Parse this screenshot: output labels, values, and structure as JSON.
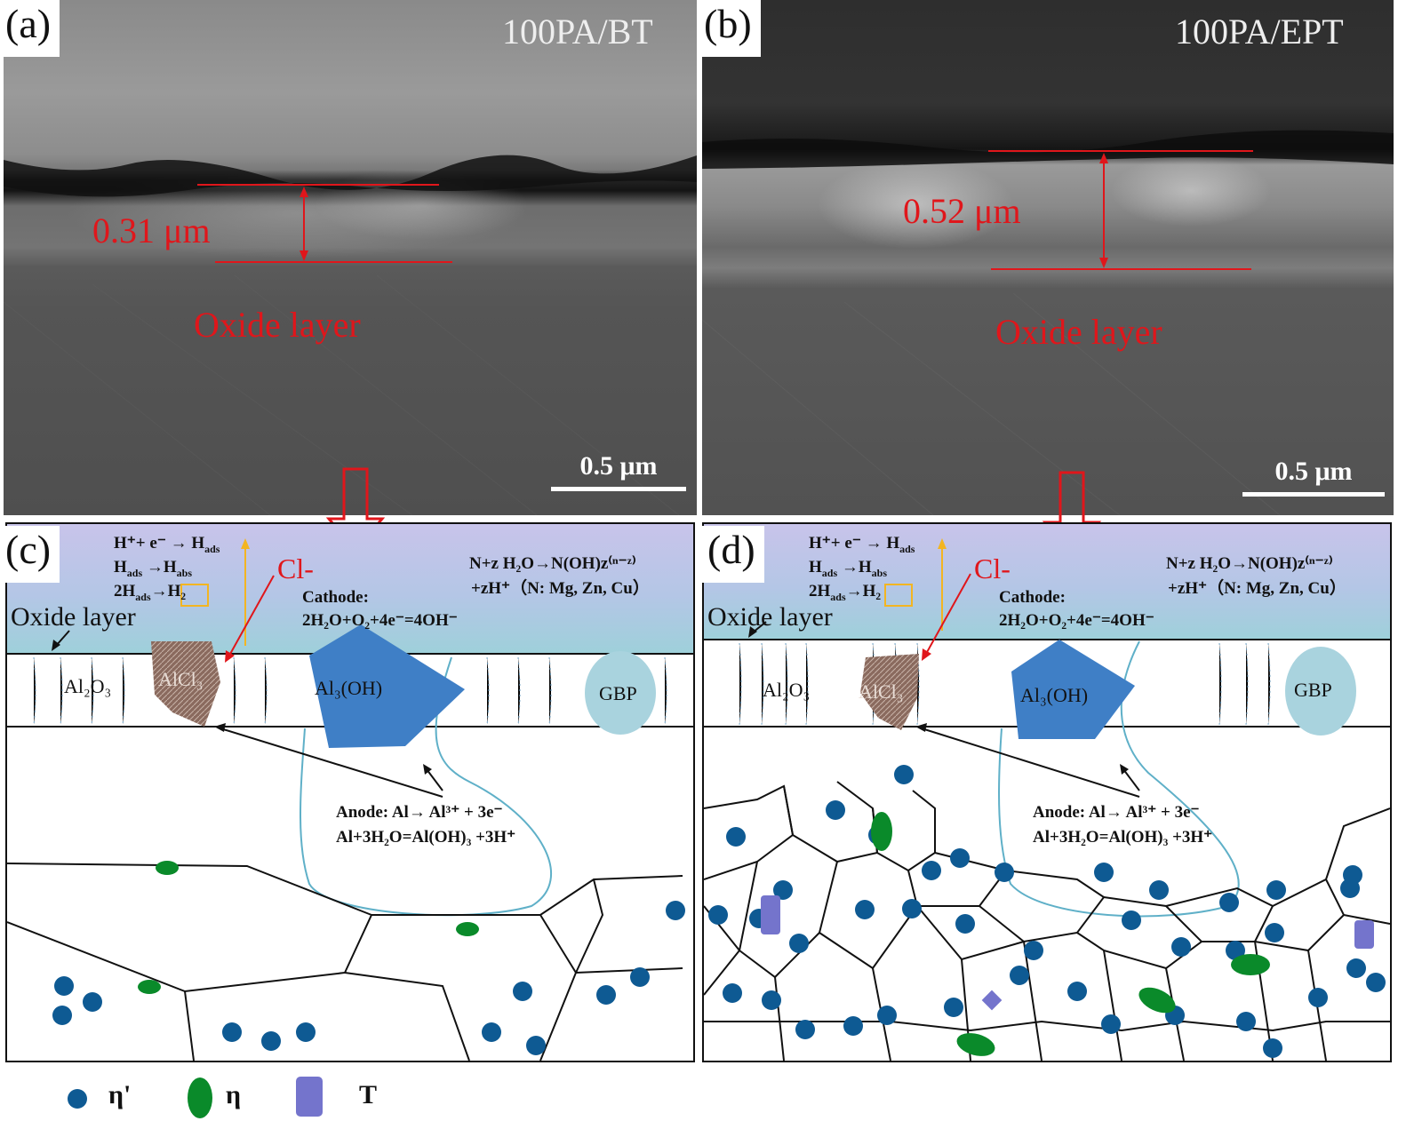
{
  "figure": {
    "panels": {
      "a": {
        "label": "(a)",
        "title": "100PA/BT",
        "thickness": "0.31 μm",
        "feature_label": "Oxide layer",
        "scale_bar": "0.5 μm"
      },
      "b": {
        "label": "(b)",
        "title": "100PA/EPT",
        "thickness": "0.52 μm",
        "feature_label": "Oxide layer",
        "scale_bar": "0.5 μm"
      },
      "c": {
        "label": "(c)",
        "layer_label": "Oxide layer",
        "chloride": "Cl-",
        "hydrogen_eqs": [
          "H⁺+ e⁻ → H",
          "H",
          "2H"
        ],
        "cathode_title": "Cathode:",
        "cathode_eq": "2H₂O+O₂+4e⁻=4OH⁻",
        "n_eq_1": "N+z H₂O→N(OH)z⁽ⁿ⁻ᶻ⁾",
        "n_eq_2": "+zH⁺（N: Mg, Zn, Cu）",
        "al2o3": "Al₂O₃",
        "alcl3": "AlCl₃",
        "aloh": "Al₃(OH)",
        "gbp": "GBP",
        "anode_1": "Anode: Al→ Al³⁺ + 3e⁻",
        "anode_2": "Al+3H₂O=Al(OH)₃ +3H⁺"
      },
      "d": {
        "label": "(d)",
        "layer_label": "Oxide layer",
        "chloride": "Cl-",
        "cathode_title": "Cathode:",
        "cathode_eq": "2H₂O+O₂+4e⁻=4OH⁻",
        "n_eq_1": "N+z H₂O→N(OH)z⁽ⁿ⁻ᶻ⁾",
        "n_eq_2": "+zH⁺（N: Mg, Zn, Cu）",
        "al2o3": "Al₂O₃",
        "alcl3": "AlCl₃",
        "aloh": "Al₃(OH)",
        "gbp": "GBP",
        "anode_1": "Anode: Al→ Al³⁺ + 3e⁻",
        "anode_2": "Al+3H₂O=Al(OH)₃ +3H⁺"
      }
    },
    "hydrogen": {
      "line1_pre": "H⁺+ e⁻ → H",
      "line1_sub": "ads",
      "line2_a": "H",
      "line2_sub_a": "ads",
      "line2_arrow": " →H",
      "line2_sub_b": "abs",
      "line3_a": "2H",
      "line3_sub_a": "ads",
      "line3_arrow": "→",
      "line3_box": "H₂"
    },
    "legend": [
      {
        "symbol": "blue-circle",
        "label": "η'",
        "color": "#0e5a93"
      },
      {
        "symbol": "green-ellipse",
        "label": "η",
        "color": "#0a8a2a"
      },
      {
        "symbol": "purple-rect",
        "label": "T",
        "color": "#7474cc"
      }
    ],
    "colors": {
      "annotation_red": "#e0161b",
      "oxide_top": "#c8c4ea",
      "oxide_bottom": "#9ed0da",
      "aloh_blue": "#3f7fc6",
      "gbp": "#a9d3de",
      "alcl3": "#8a6a5e",
      "pit_outline": "#5fb0c8",
      "h2_arrow": "#f3b521"
    }
  }
}
